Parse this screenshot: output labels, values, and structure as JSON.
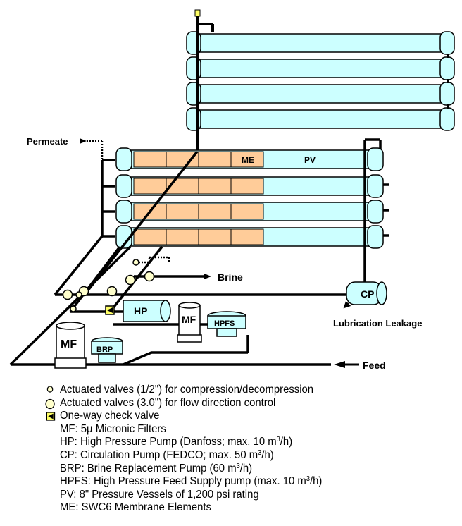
{
  "labels": {
    "permeate": "Permeate",
    "brine": "Brine",
    "feed": "Feed",
    "lubrication_leakage": "Lubrication Leakage",
    "me": "ME",
    "pv": "PV",
    "cp": "CP",
    "hp": "HP",
    "mf_small": "MF",
    "mf_large": "MF",
    "hpfs": "HPFS",
    "brp": "BRP"
  },
  "legend": {
    "small_valve": "Actuated valves (1/2\") for compression/decompression",
    "large_valve": "Actuated valves (3.0\") for flow direction control",
    "check_valve": "One-way check valve",
    "mf": "MF:  5µ Micronic Filters",
    "hp_a": "HP:  High Pressure Pump (Danfoss;  max. 10 m",
    "hp_b": "/h)",
    "cp_a": "CP:  Circulation Pump (FEDCO;  max. 50 m",
    "cp_b": "/h)",
    "brp_a": "BRP: Brine Replacement Pump (60 m",
    "brp_b": "/h)",
    "hpfs_a": "HPFS: High Pressure Feed Supply pump (max. 10 m",
    "hpfs_b": "/h)",
    "pv": "PV:  8\" Pressure Vessels of 1,200 psi rating",
    "me": "ME: SWC6 Membrane Elements",
    "sup3": "3"
  },
  "colors": {
    "vessel_fill": "#ccffff",
    "membrane_fill": "#ffcc99",
    "valve_fill": "#ffffcc",
    "check_valve_fill": "#ffff66",
    "pipe": "#000000"
  }
}
